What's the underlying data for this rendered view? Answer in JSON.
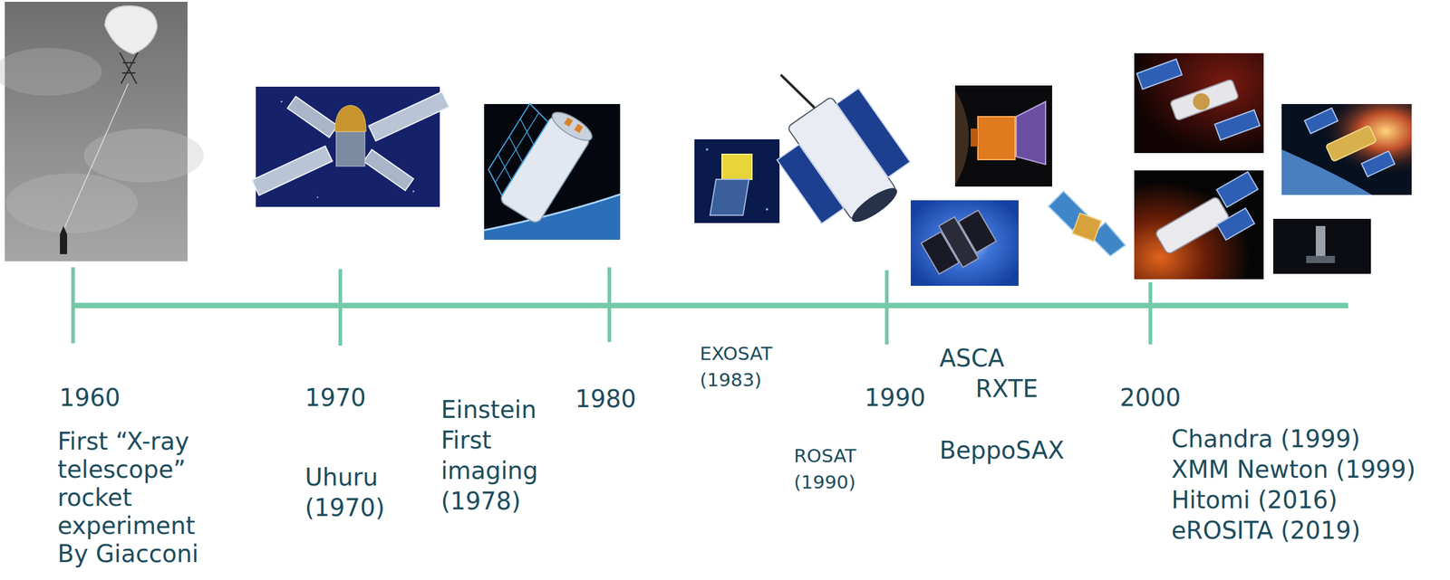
{
  "diagram": {
    "labels": [
      "1960",
      "First “X-ray telescope” rocket experiment By Giacconi",
      "1970",
      "Uhuru (1970)",
      "Einstein First imaging (1978)",
      "1980",
      "EXOSAT (1983)",
      "ROSAT (1990)",
      "1990",
      "ASCA",
      "RXTE",
      "BeppoSAX",
      "2000",
      "Chandra (1999)",
      "XMM Newton (1999)",
      "Hitomi (2016)",
      "eROSITA (2019)"
    ]
  }
}
